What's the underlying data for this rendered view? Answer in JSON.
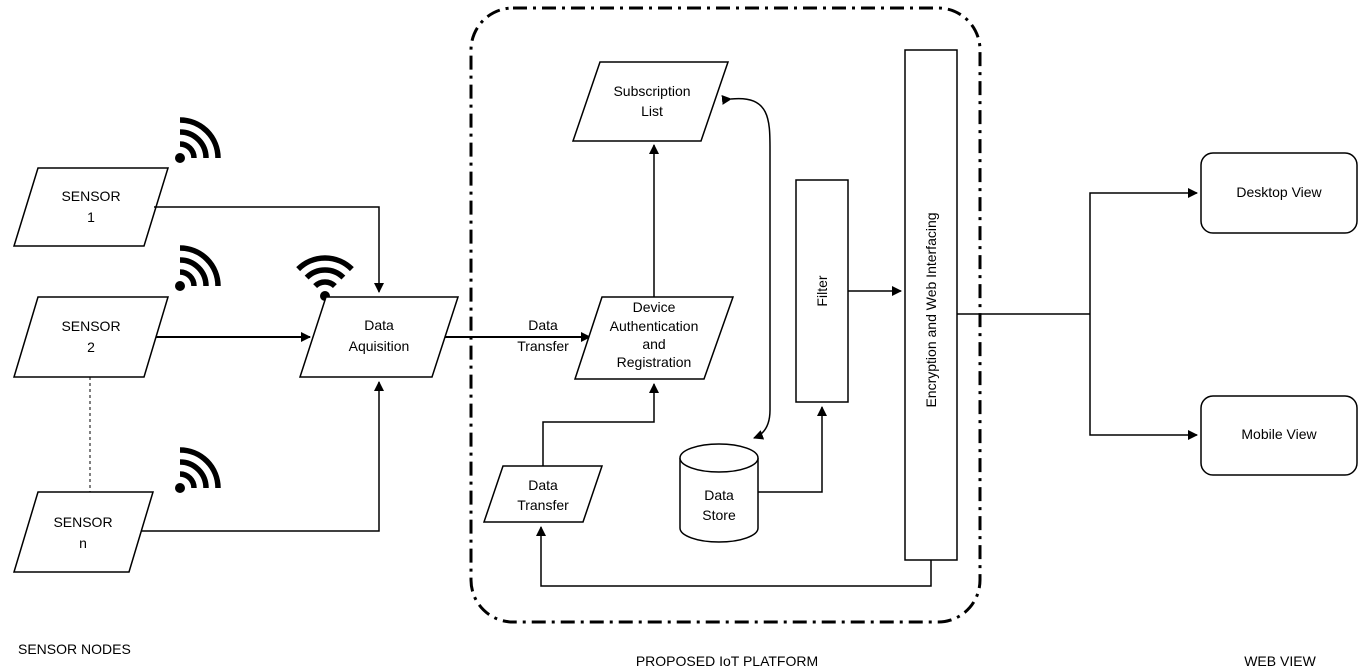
{
  "sections": {
    "sensor_nodes": "SENSOR NODES",
    "platform": "PROPOSED IoT PLATFORM",
    "web_view": "WEB VIEW"
  },
  "sensors": [
    {
      "line1": "SENSOR",
      "line2": "1"
    },
    {
      "line1": "SENSOR",
      "line2": "2"
    },
    {
      "line1": "SENSOR",
      "line2": "n"
    }
  ],
  "data_acquisition": {
    "line1": "Data",
    "line2": "Aquisition"
  },
  "data_transfer_main": {
    "line1": "Data",
    "line2": "Transfer"
  },
  "device_auth": {
    "line1": "Device",
    "line2": "Authentication",
    "line3": "and",
    "line4": "Registration"
  },
  "subscription_list": {
    "line1": "Subscription",
    "line2": "List"
  },
  "data_transfer_box": {
    "line1": "Data",
    "line2": "Transfer"
  },
  "data_store": {
    "line1": "Data",
    "line2": "Store"
  },
  "filter": "Filter",
  "encryption": "Encryption and Web Interfacing",
  "desktop_view": "Desktop View",
  "mobile_view": "Mobile View",
  "icons": [
    "wifi-signal-icon",
    "wifi-signal-icon",
    "wifi-signal-icon",
    "wifi-signal-icon"
  ]
}
